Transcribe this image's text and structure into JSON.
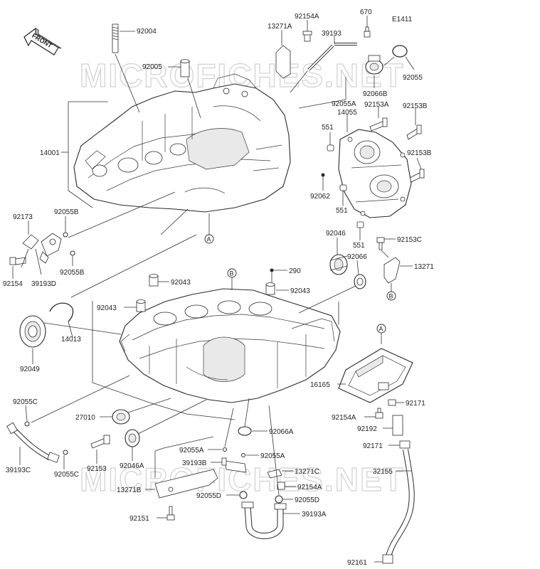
{
  "diagram_code": "E1411",
  "front_label": "FRONT",
  "watermark": "MICROFICHES.NET",
  "reference_markers": {
    "a": "A",
    "b": "B"
  },
  "part_labels": {
    "p92004": "92004",
    "p92005": "92005",
    "p13271A": "13271A",
    "p92154A_top": "92154A",
    "p39193": "39193",
    "p670": "670",
    "p92055_top": "92055",
    "p92066B": "92066B",
    "p92055A_top": "92055A",
    "p14055": "14055",
    "p92153A": "92153A",
    "p92153B_1": "92153B",
    "p551_1": "551",
    "p92153B_2": "92153B",
    "p14001": "14001",
    "p92062": "92062",
    "p551_2": "551",
    "p92173": "92173",
    "p92055B_1": "92055B",
    "p551_3": "551",
    "p92046": "92046",
    "p92153C": "92153C",
    "p92066": "92066",
    "p92154": "92154",
    "p39193D": "39193D",
    "p92055B_2": "92055B",
    "p13271": "13271",
    "p290": "290",
    "p92043_1": "92043",
    "p92043_2": "92043",
    "p92043_3": "92043",
    "p14013": "14013",
    "p92049": "92049",
    "p16165": "16165",
    "p92055C_1": "92055C",
    "p27010": "27010",
    "p92171_1": "92171",
    "p92154A_mid": "92154A",
    "p92192": "92192",
    "p92066A": "92066A",
    "p92171_2": "92171",
    "p39193C": "39193C",
    "p92055C_2": "92055C",
    "p92153": "92153",
    "p92046A": "92046A",
    "p92055A_1": "92055A",
    "p92055A_2": "92055A",
    "p39193B": "39193B",
    "p32155": "32155",
    "p13271C": "13271C",
    "p92154A_low": "92154A",
    "p13271B": "13271B",
    "p92055D_1": "92055D",
    "p92055D_2": "92055D",
    "p39193A": "39193A",
    "p92151": "92151",
    "p92161": "92161"
  }
}
